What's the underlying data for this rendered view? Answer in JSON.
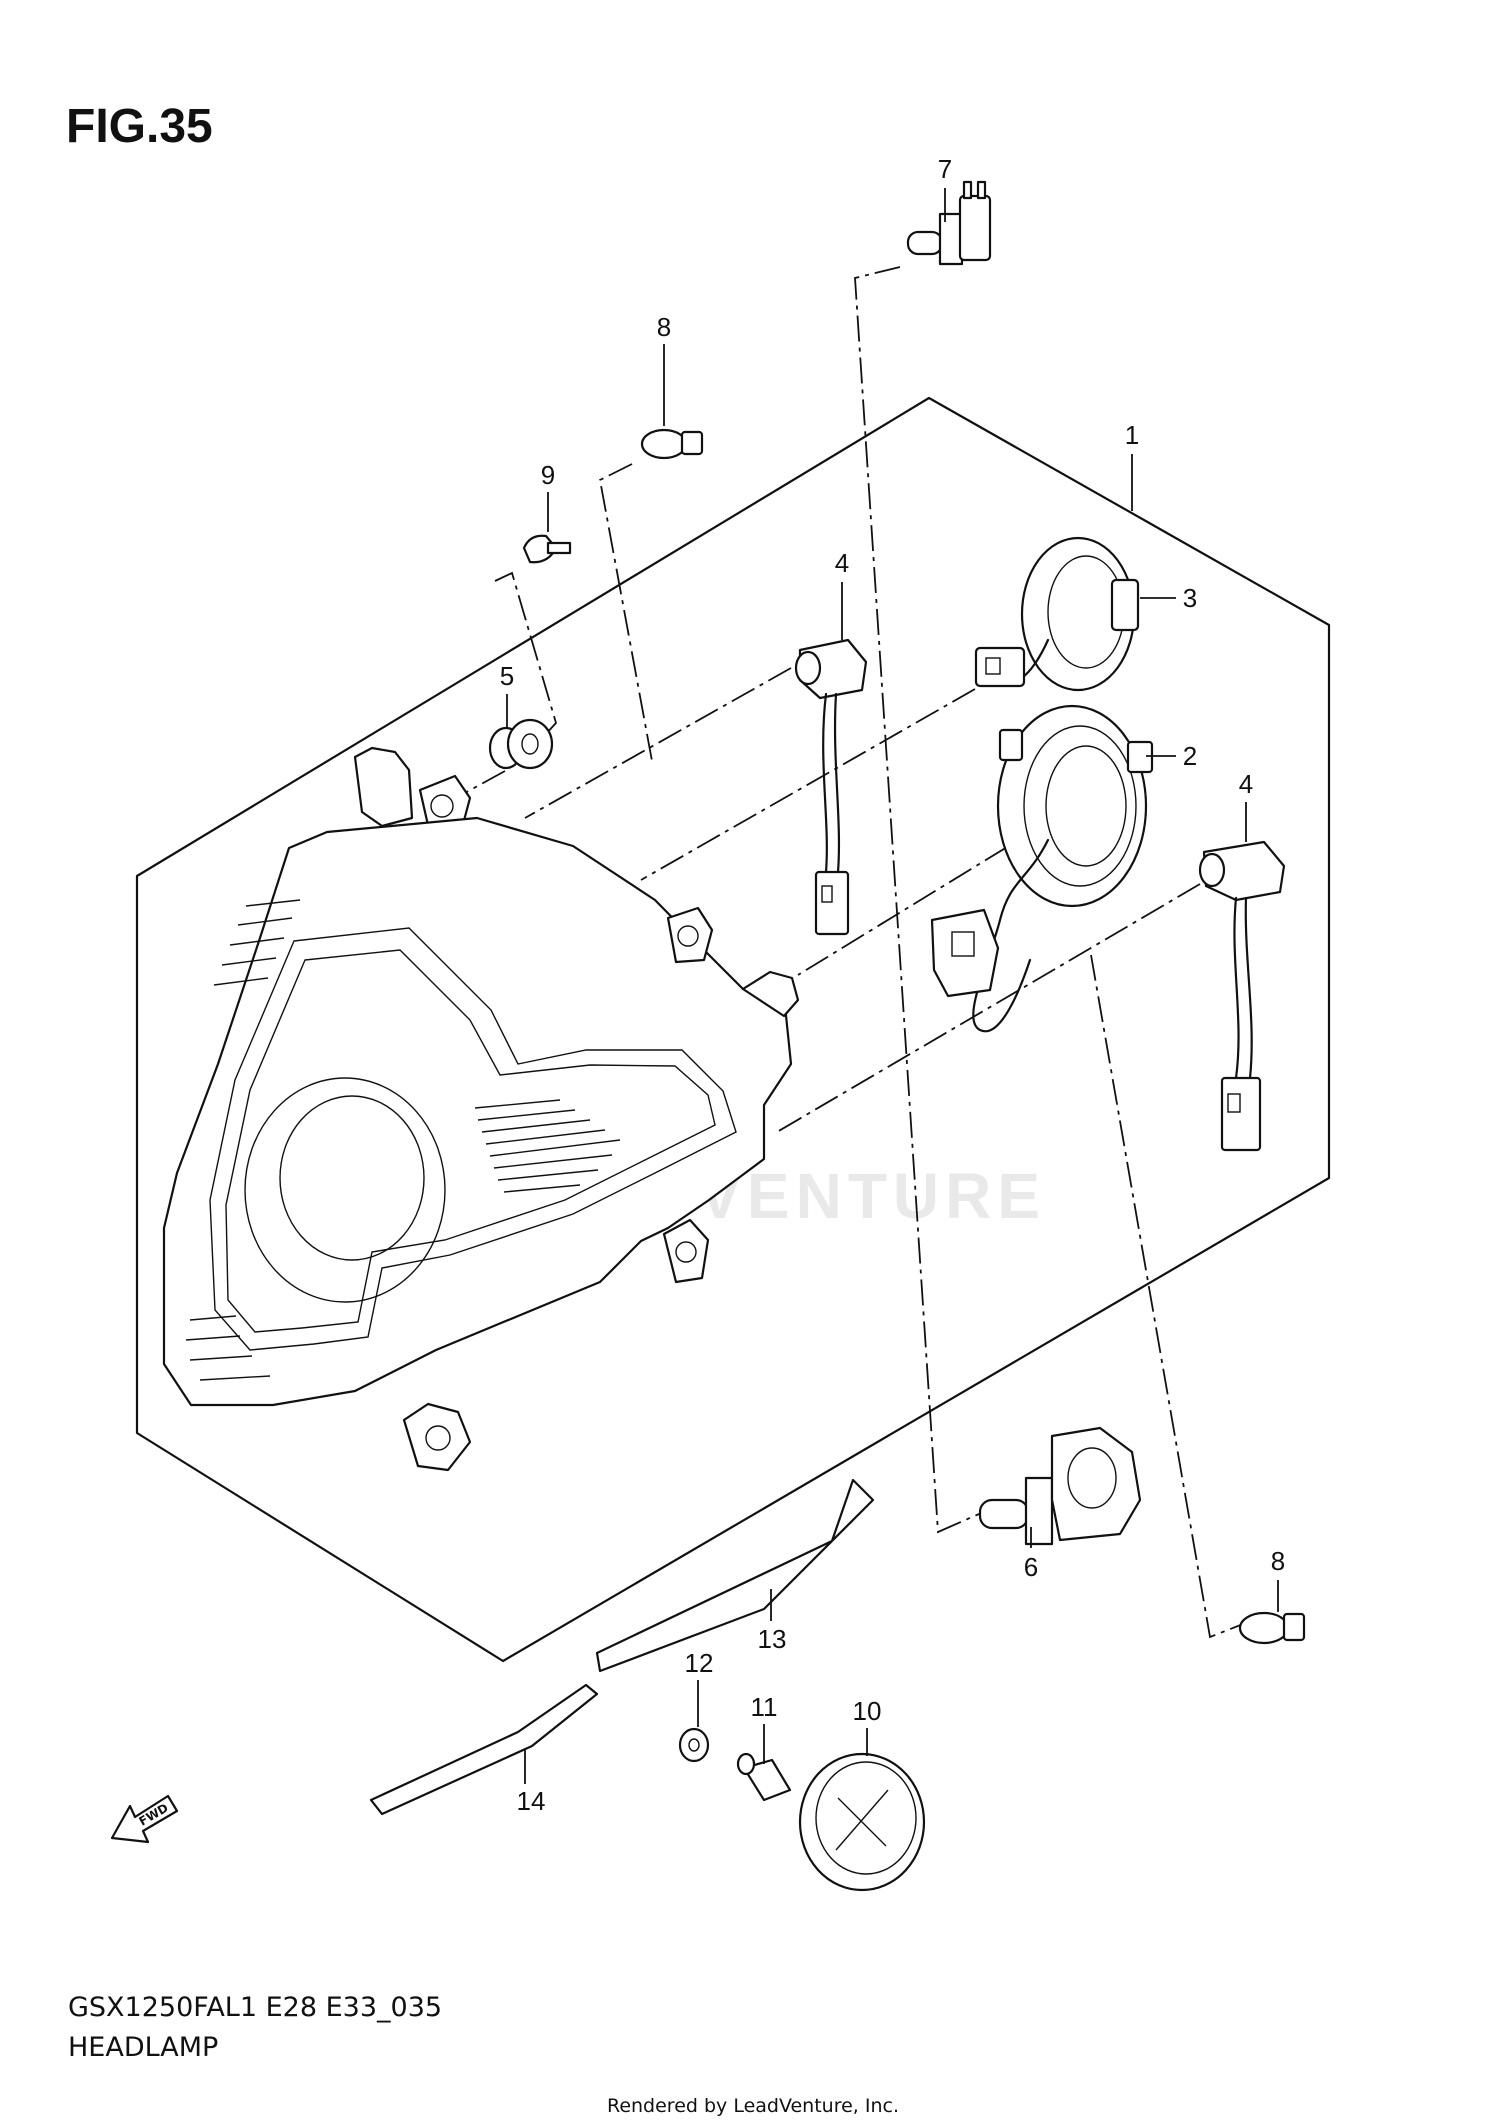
{
  "figure": {
    "title": "FIG.35",
    "model_code": "GSX1250FAL1 E28 E33_035",
    "section_name": "HEADLAMP",
    "credit": "Rendered by LeadVenture, Inc.",
    "watermark": "LEADVENTURE",
    "fwd_badge": "FWD"
  },
  "callouts": [
    "7",
    "8",
    "1",
    "9",
    "4",
    "3",
    "5",
    "2",
    "4",
    "6",
    "8",
    "13",
    "12",
    "11",
    "10",
    "14"
  ]
}
